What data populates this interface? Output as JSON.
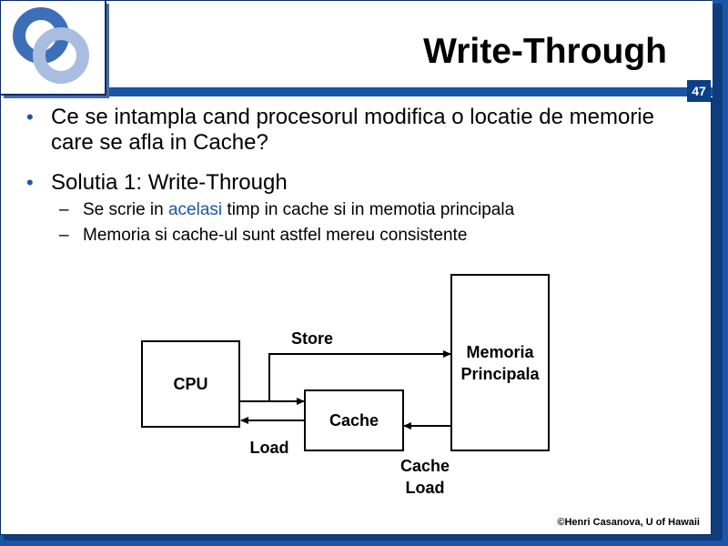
{
  "title": "Write-Through",
  "page_number": "47",
  "bullets": [
    {
      "text": "Ce se intampla cand procesorul modifica o locatie de memorie care se afla in Cache?"
    },
    {
      "text": "Solutia 1: Write-Through",
      "sub": [
        {
          "before": "Se scrie in ",
          "highlight": "acelasi",
          "after": " timp in cache si in memotia principala"
        },
        {
          "text": "Memoria si cache-ul sunt astfel mereu consistente"
        }
      ]
    }
  ],
  "diagram": {
    "cpu": "CPU",
    "cache": "Cache",
    "memory": "Memoria Principala",
    "store": "Store",
    "load": "Load",
    "cache_load": "Cache Load"
  },
  "footer": "©Henri Casanova, U of Hawaii",
  "colors": {
    "accent": "#1a56a8",
    "logo_dark": "#3d6fb8",
    "logo_light": "#a9bde0"
  }
}
